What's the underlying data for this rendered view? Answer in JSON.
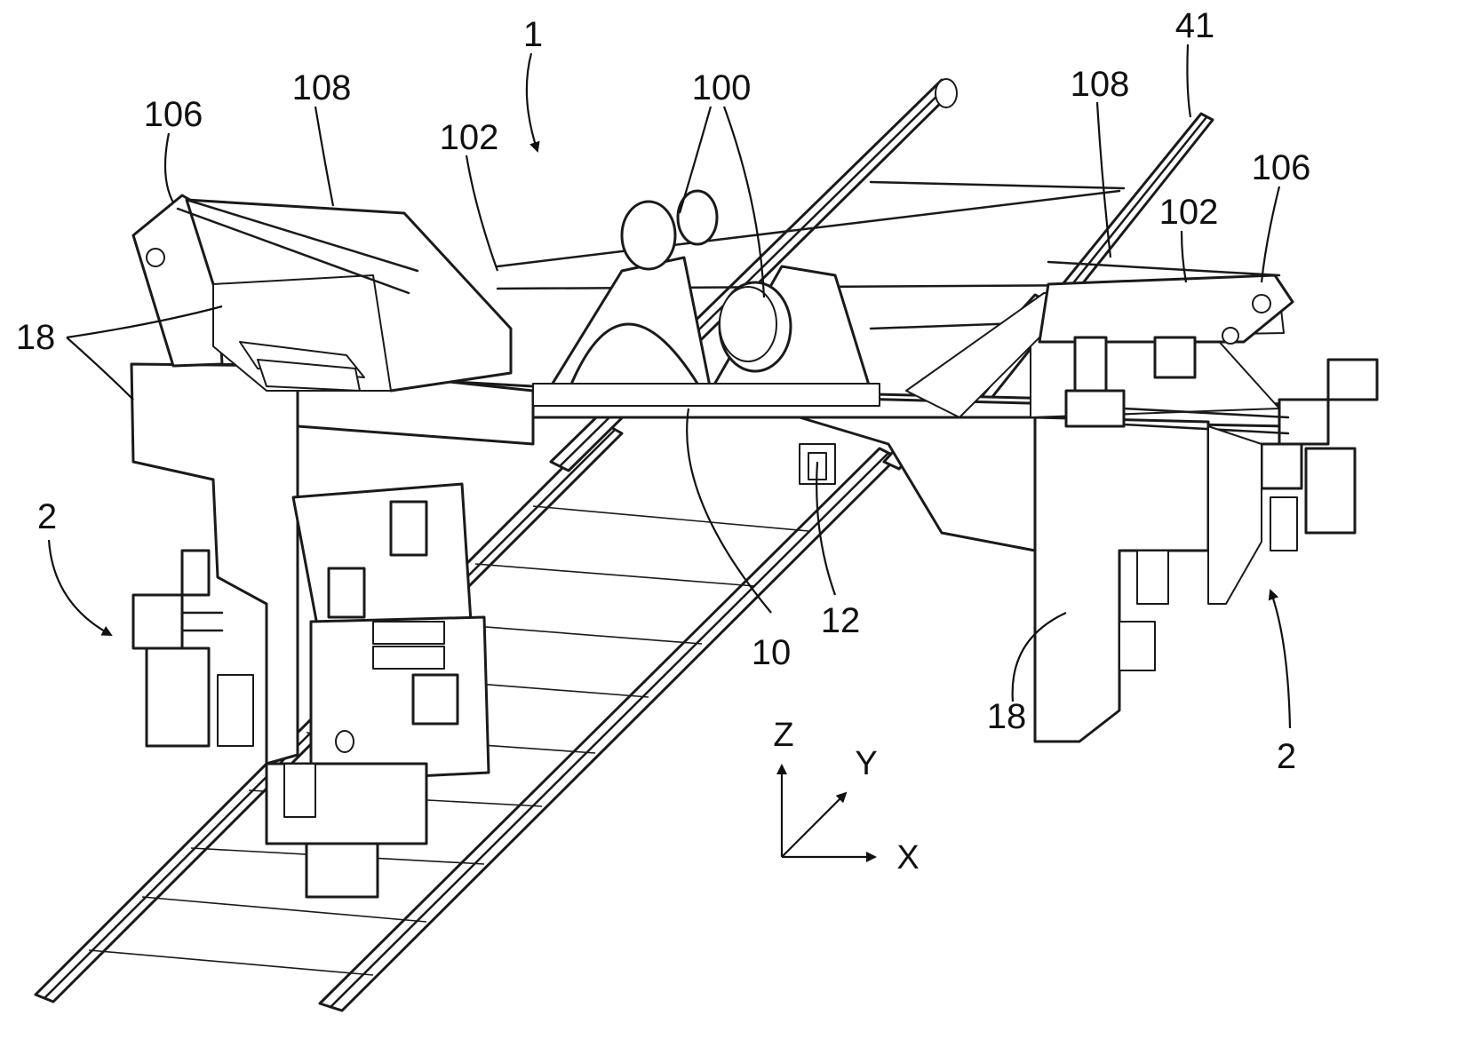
{
  "figure": {
    "labels": {
      "l1": "1",
      "l41": "41",
      "l100": "100",
      "l102a": "102",
      "l102b": "102",
      "l106a": "106",
      "l106b": "106",
      "l108a": "108",
      "l108b": "108",
      "l18a": "18",
      "l18b": "18",
      "l2a": "2",
      "l2b": "2",
      "l10": "10",
      "l12": "12"
    },
    "axes": {
      "z": "Z",
      "y": "Y",
      "x": "X"
    }
  }
}
